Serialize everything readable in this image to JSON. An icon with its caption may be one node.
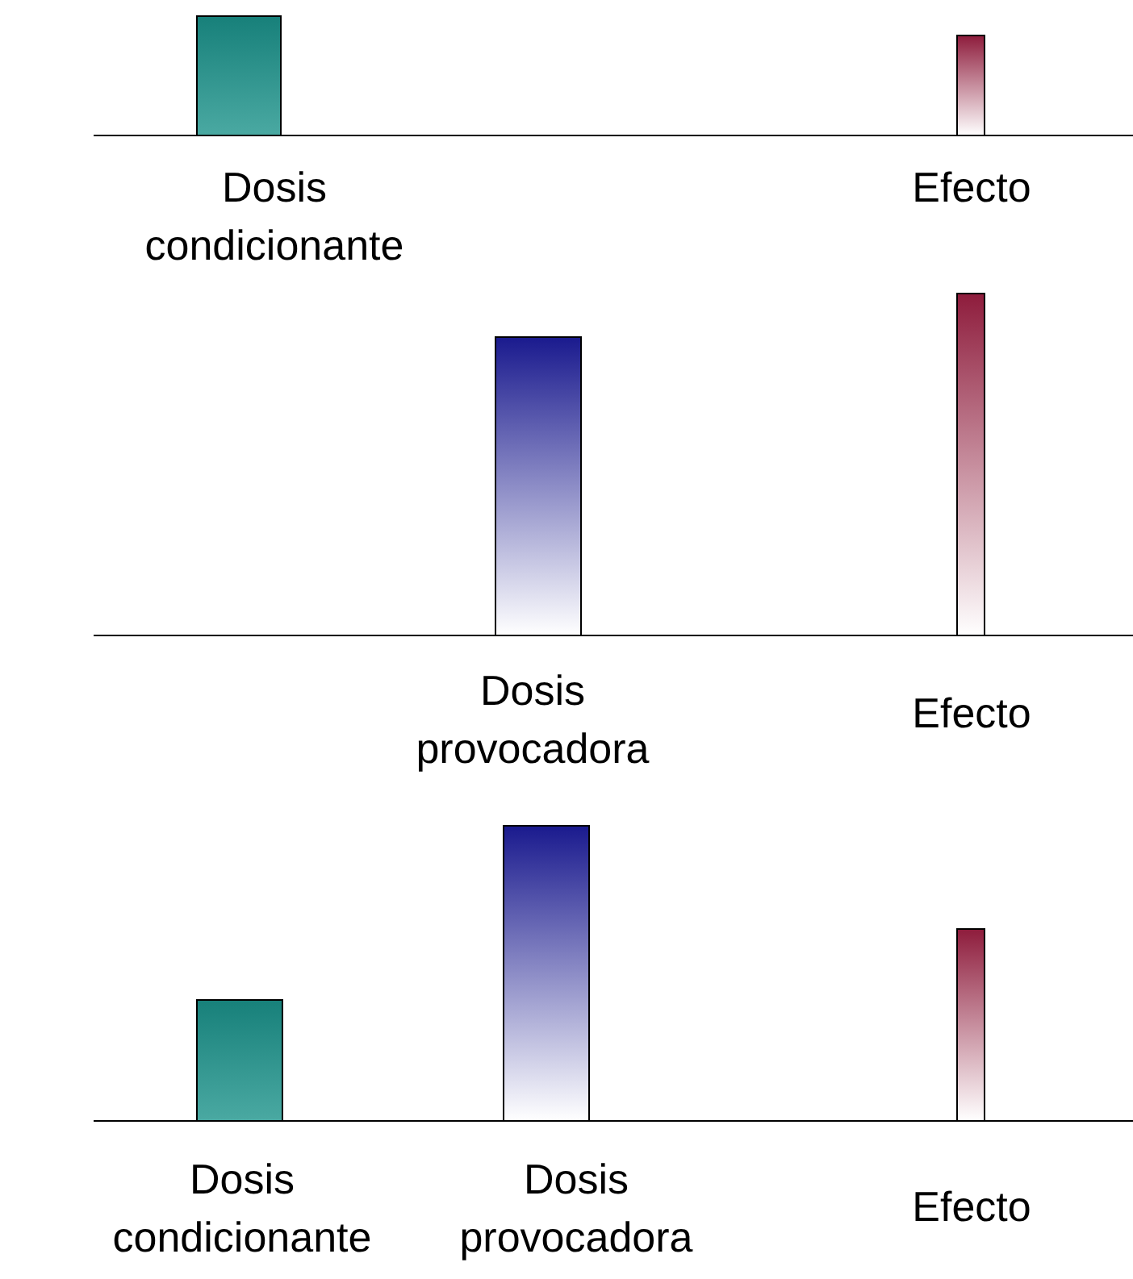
{
  "diagram": {
    "nodes": [
      {
        "text": [],
        "shape": "bar",
        "beside": [
          "Dosis condicionante"
        ]
      },
      {
        "text": [],
        "shape": "bar",
        "beside": [
          "Efecto"
        ]
      },
      {
        "text": [],
        "shape": "bar",
        "beside": [
          "Dosis provocadora"
        ]
      },
      {
        "text": [],
        "shape": "bar",
        "beside": [
          "Efecto"
        ]
      },
      {
        "text": [],
        "shape": "bar",
        "beside": [
          "Dosis condicionante"
        ]
      },
      {
        "text": [],
        "shape": "bar",
        "beside": [
          "Dosis provocadora"
        ]
      },
      {
        "text": [],
        "shape": "bar",
        "beside": [
          "Efecto"
        ]
      }
    ]
  }
}
